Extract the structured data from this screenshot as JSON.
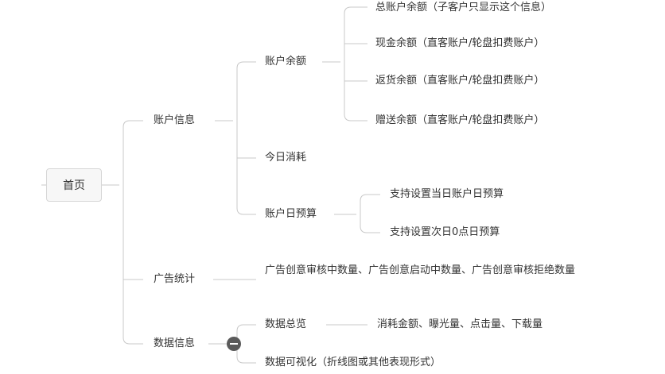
{
  "mindmap": {
    "root": "首页",
    "level1": {
      "account_info": "账户信息",
      "ad_stats": "广告统计",
      "data_info": "数据信息"
    },
    "account_info": {
      "balance": "账户余额",
      "today_consumption": "今日消耗",
      "daily_budget": "账户日预算"
    },
    "balance": {
      "total": "总账户余额（子客户只显示这个信息）",
      "cash": "现金余额（直客账户/轮盘扣费账户）",
      "rebate": "返货余额（直客账户/轮盘扣费账户）",
      "gift": "赠送余额（直客账户/轮盘扣费账户）"
    },
    "daily_budget": {
      "today": "支持设置当日账户日预算",
      "next_day": "支持设置次日0点日预算"
    },
    "ad_stats": {
      "counts": "广告创意审核中数量、广告创意启动中数量、广告创意审核拒绝数量"
    },
    "data_info": {
      "overview": "数据总览",
      "visualization": "数据可视化（折线图或其他表现形式）"
    },
    "overview": {
      "metrics": "消耗金额、曝光量、点击量、下载量"
    }
  }
}
